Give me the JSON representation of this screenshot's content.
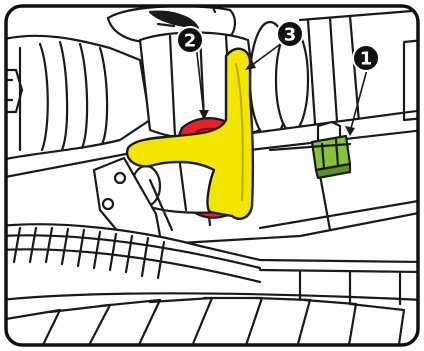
{
  "callouts": [
    {
      "number": "1"
    },
    {
      "number": "2"
    },
    {
      "number": "3"
    }
  ],
  "colors": {
    "frame": "#111111",
    "yellow_tool": "#f2e600",
    "red_part": "#e8202a",
    "green_fitting": "#86c23a",
    "line": "#1a1a1a",
    "white": "#ffffff"
  }
}
